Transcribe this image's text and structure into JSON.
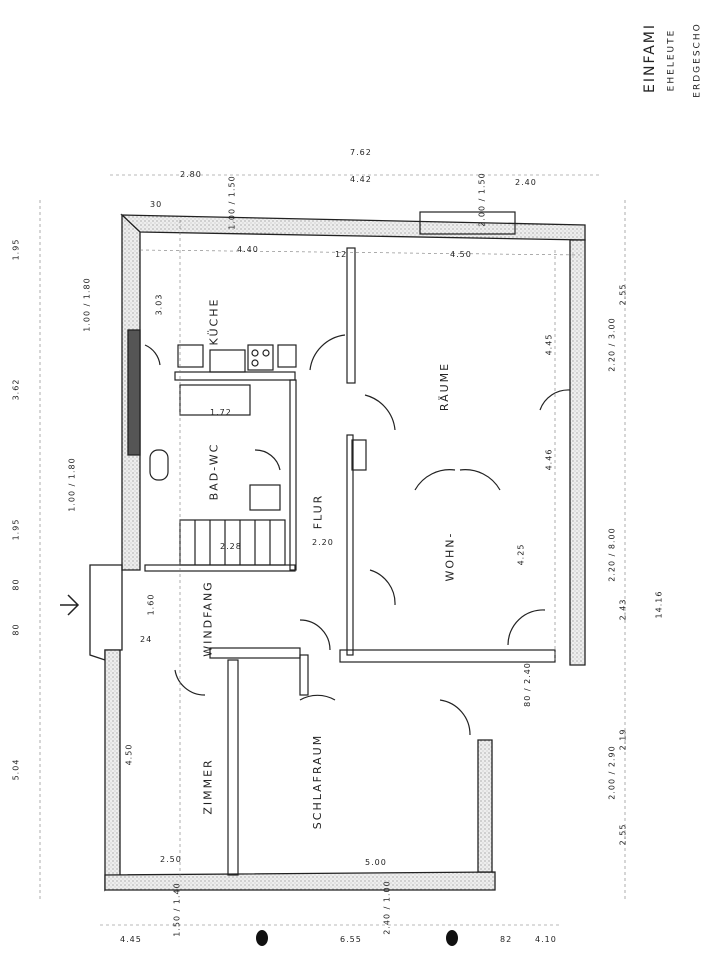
{
  "title_block": {
    "title": "EINFAMI",
    "line1": "EHELEUTE",
    "line2": "ERDGESCHO"
  },
  "rooms": {
    "kitchen": "KÜCHE",
    "living": "WOHN-",
    "living2": "RÄUME",
    "hall": "FLUR",
    "bath": "BAD-WC",
    "vestibule": "WINDFANG",
    "room": "ZIMMER",
    "bedroom": "SCHLAFRAUM"
  },
  "dimensions": {
    "top_total": "7.62",
    "top_a": "2.80",
    "top_b": "4.42",
    "top_c": "2.40",
    "kitchen_w": "4.40",
    "living_w": "4.50",
    "kitchen_h": "3.03",
    "living_h1": "4.45",
    "living_h2": "4.46",
    "living_h3": "4.25",
    "left_1": "1.95",
    "left_2": "3.62",
    "left_3": "1.95",
    "left_4": "80",
    "left_5": "80",
    "left_6": "5.04",
    "right_1": "2.55",
    "right_2": "2.43",
    "right_3": "2.19",
    "right_4": "2.55",
    "right_total": "14.16",
    "bottom_1": "4.45",
    "bottom_2": "6.55",
    "bottom_3": "4.10",
    "bottom_4": "82",
    "room_w": "2.50",
    "room_h": "4.50",
    "bedroom_w": "5.00",
    "vestibule_h": "1.60",
    "hall_w": "2.20",
    "bath_w": "1.72",
    "stair": "2.28",
    "wall_30": "30",
    "wall_12": "12",
    "wall_24": "24",
    "window_a": "1.00 / 1.50",
    "window_b": "2.00 / 1.50",
    "window_c": "2.40 / 1.00",
    "window_d": "1.50 / 1.40",
    "win_left1": "1.00 / 1.80",
    "win_left2": "1.00 / 1.80",
    "win_right1": "2.20 / 3.00",
    "win_right2": "2.20 / 8.00",
    "win_right3": "2.00 / 2.90",
    "door_a": "80 / 2.40"
  }
}
